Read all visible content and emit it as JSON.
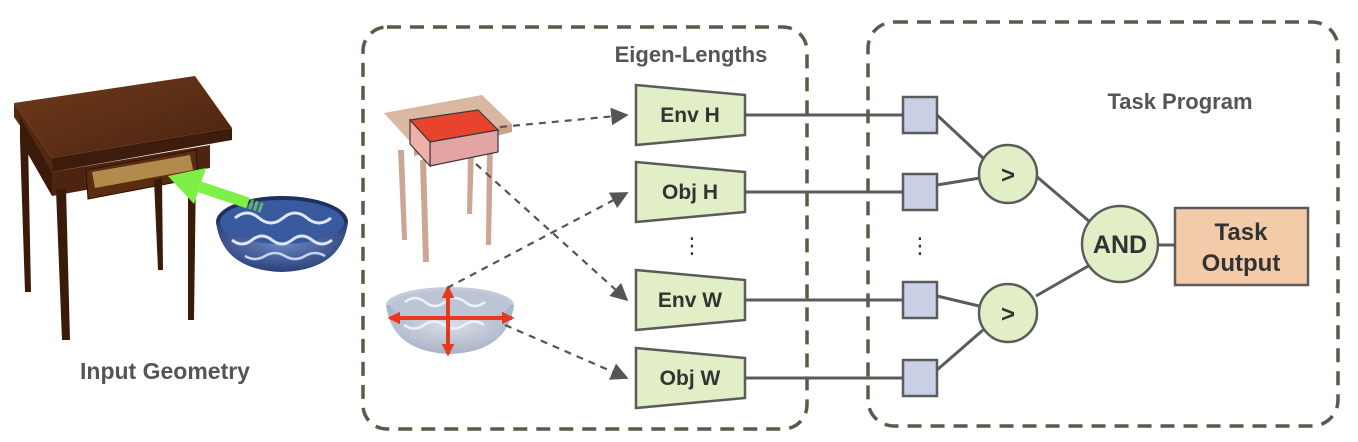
{
  "labels": {
    "input_geometry": "Input Geometry",
    "eigen_lengths": "Eigen-Lengths",
    "task_program": "Task Program",
    "env_h": "Env H",
    "obj_h": "Obj H",
    "env_w": "Env W",
    "obj_w": "Obj W",
    "dots_encoders": "⋮",
    "dots_values": "⋮",
    "compare_top": ">",
    "compare_bottom": ">",
    "and_node": "AND",
    "task_output_line1": "Task",
    "task_output_line2": "Output"
  },
  "colors": {
    "encoder_fill": "#e2efc6",
    "encoder_stroke": "#5b5b5b",
    "value_fill": "#c9d0e6",
    "node_fill": "#e2efc6",
    "output_fill": "#f4cba8",
    "dashed_border": "#5d5849",
    "arrow_dark": "#555555",
    "arrow_green": "#7cf045",
    "arrow_red": "#e53a1e",
    "drawer_red": "#e8432c"
  },
  "icons": {
    "table": "side-table-icon",
    "bowl": "patterned-bowl-icon"
  }
}
